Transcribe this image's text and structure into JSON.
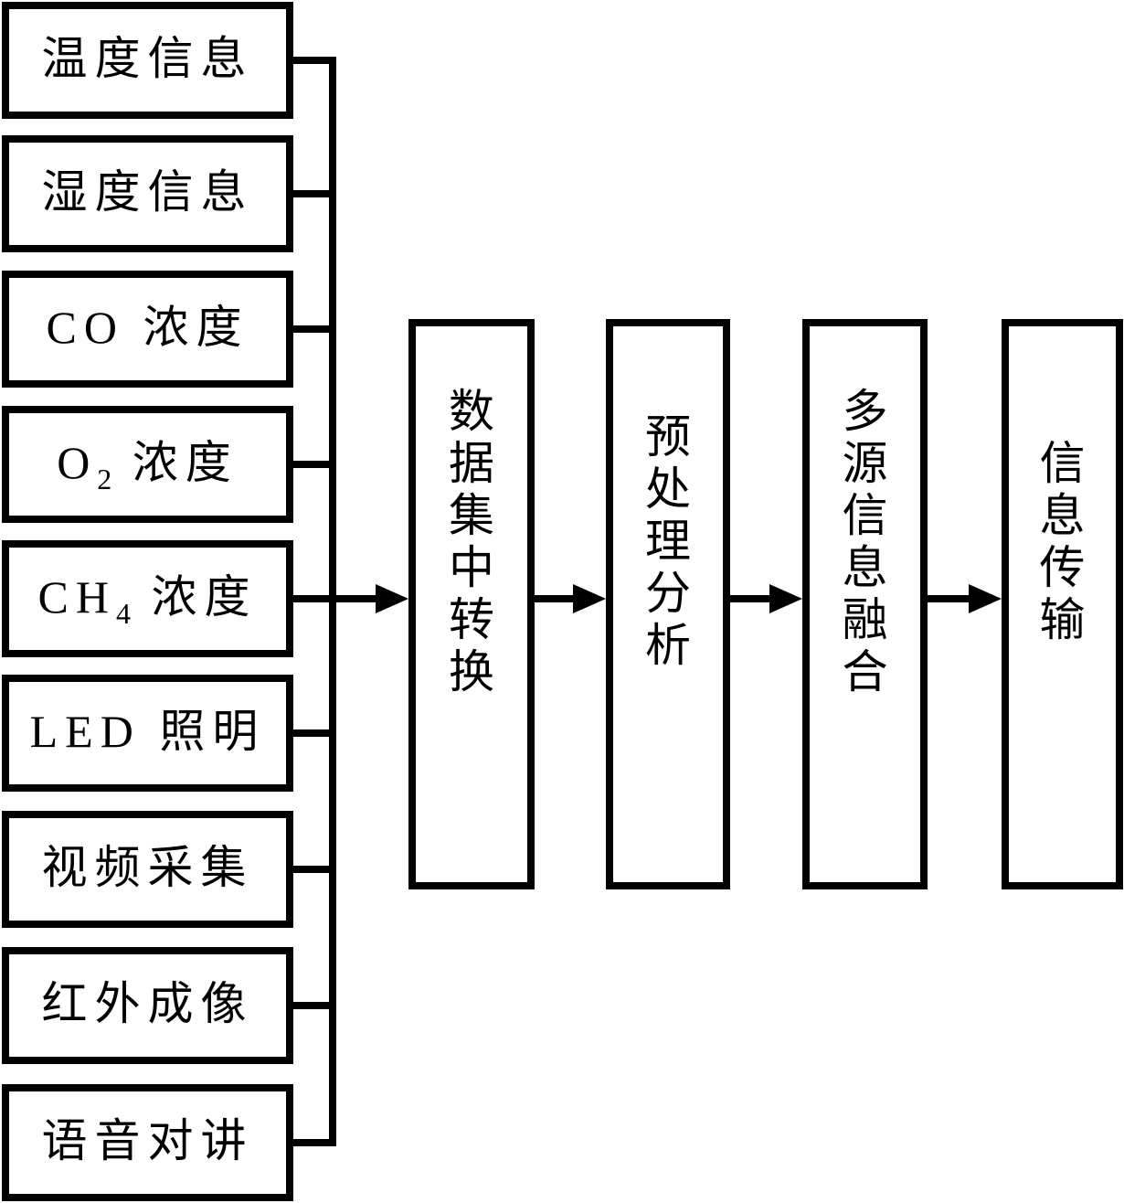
{
  "diagram": {
    "title": "multi-source mine information acquisition and fusion flow",
    "colors": {
      "line": "#000000",
      "background": "#ffffff"
    },
    "source_boxes": [
      {
        "before": "温度信息",
        "sub": "",
        "after": ""
      },
      {
        "before": "湿度信息",
        "sub": "",
        "after": ""
      },
      {
        "before": "CO 浓度",
        "sub": "",
        "after": ""
      },
      {
        "before": "O",
        "sub": "2",
        "after": " 浓度"
      },
      {
        "before": "CH",
        "sub": "4",
        "after": " 浓度"
      },
      {
        "before": "LED 照明",
        "sub": "",
        "after": ""
      },
      {
        "before": "视频采集",
        "sub": "",
        "after": ""
      },
      {
        "before": "红外成像",
        "sub": "",
        "after": ""
      },
      {
        "before": "语音对讲",
        "sub": "",
        "after": ""
      }
    ],
    "process_boxes": [
      {
        "label": "数据集中转换"
      },
      {
        "label": "预处理分析"
      },
      {
        "label": "多源信息融合"
      },
      {
        "label": "信息传输"
      }
    ]
  }
}
